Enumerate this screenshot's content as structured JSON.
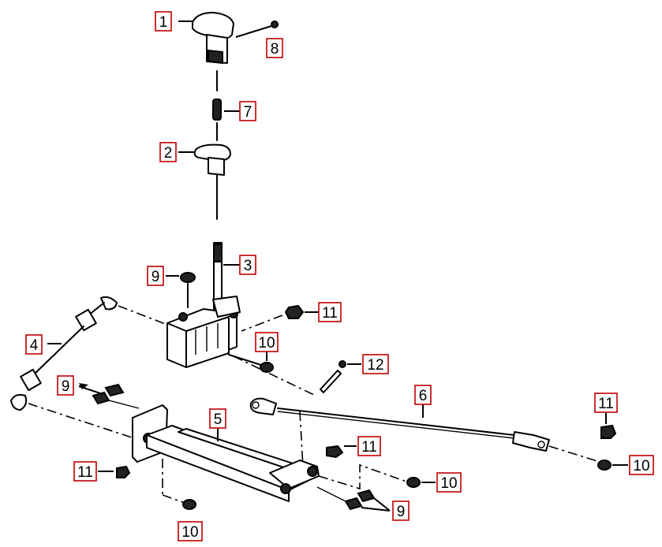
{
  "callouts": [
    {
      "id": "c1a",
      "label": "1"
    },
    {
      "id": "c8a",
      "label": "8"
    },
    {
      "id": "c7a",
      "label": "7"
    },
    {
      "id": "c2a",
      "label": "2"
    },
    {
      "id": "c3a",
      "label": "3"
    },
    {
      "id": "c9a",
      "label": "9"
    },
    {
      "id": "c11a",
      "label": "11"
    },
    {
      "id": "c4a",
      "label": "4"
    },
    {
      "id": "c10a",
      "label": "10"
    },
    {
      "id": "c12a",
      "label": "12"
    },
    {
      "id": "c9b",
      "label": "9"
    },
    {
      "id": "c6a",
      "label": "6"
    },
    {
      "id": "c11b",
      "label": "11"
    },
    {
      "id": "c5a",
      "label": "5"
    },
    {
      "id": "c11c",
      "label": "11"
    },
    {
      "id": "c11d",
      "label": "11"
    },
    {
      "id": "c10b",
      "label": "10"
    },
    {
      "id": "c10c",
      "label": "10"
    },
    {
      "id": "c9c",
      "label": "9"
    },
    {
      "id": "c10d",
      "label": "10"
    }
  ]
}
